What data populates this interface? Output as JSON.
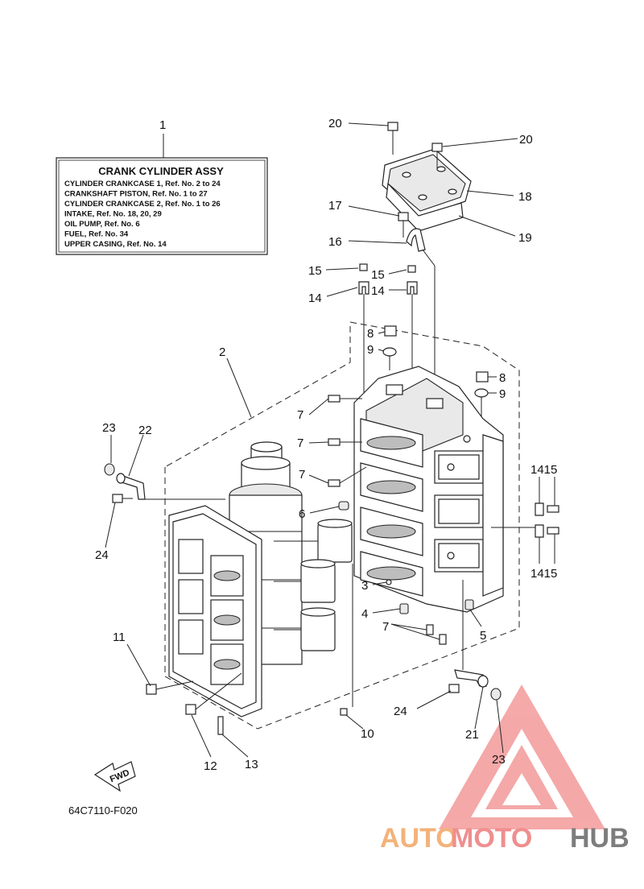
{
  "legend": {
    "ref": "1",
    "title": "CRANK CYLINDER ASSY",
    "lines": [
      "CYLINDER CRANKCASE 1,  Ref. No. 2 to 24",
      "CRANKSHAFT PISTON,  Ref. No. 1 to 27",
      "CYLINDER CRANKCASE 2,  Ref. No. 1 to 26",
      "INTAKE,  Ref. No. 18, 20, 29",
      "OIL PUMP,  Ref. No. 6",
      "FUEL,  Ref. No. 34",
      "UPPER CASING,  Ref. No. 14"
    ]
  },
  "callouts": {
    "c20a": "20",
    "c20b": "20",
    "c18": "18",
    "c19": "19",
    "c17": "17",
    "c16": "16",
    "c15a": "15",
    "c15b": "15",
    "c14a": "14",
    "c14b": "14",
    "c8a": "8",
    "c9a": "9",
    "c8b": "8",
    "c9b": "9",
    "c2": "2",
    "c7a": "7",
    "c7b": "7",
    "c7c": "7",
    "c7d": "7",
    "c23a": "23",
    "c22": "22",
    "c24a": "24",
    "c6": "6",
    "c1415a": "1415",
    "c1415b": "1415",
    "c3": "3",
    "c4": "4",
    "c5": "5",
    "c11": "11",
    "c12": "12",
    "c13": "13",
    "c10": "10",
    "c24b": "24",
    "c21": "21",
    "c23b": "23"
  },
  "fwd_label": "FWD",
  "diagram_code": "64C7110-F020",
  "watermark": {
    "part1": "AUTO",
    "part2": "MOTO",
    "part3": "HUB",
    "color_triangle": "#f26b6b"
  },
  "colors": {
    "line": "#222222",
    "watermark_orange": "#f3b27a",
    "watermark_red": "#f08e8e",
    "watermark_gray": "#7d7d7d"
  }
}
